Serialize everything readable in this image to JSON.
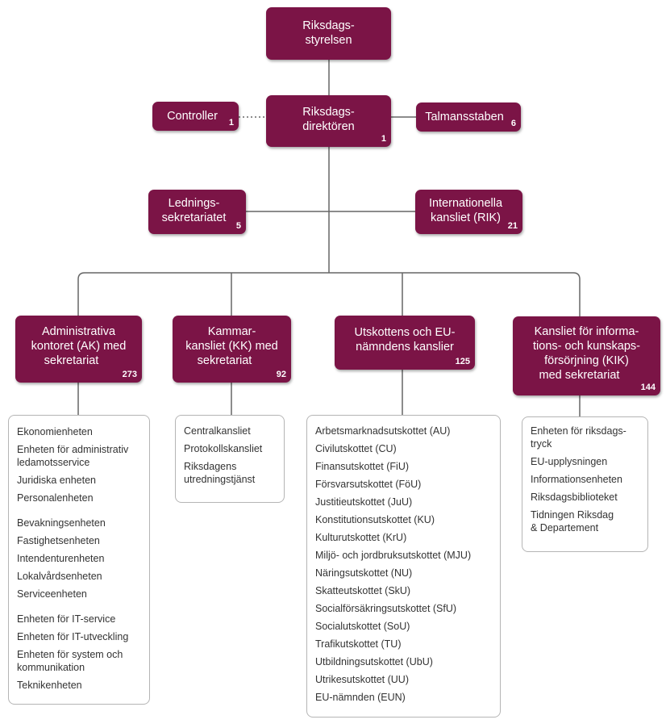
{
  "nodes": {
    "riksdagsstyrelsen": {
      "line1": "Riksdags-",
      "line2": "styrelsen"
    },
    "riksdagsdirektoren": {
      "line1": "Riksdags-",
      "line2": "direktören",
      "count": "1"
    },
    "controller": {
      "line1": "Controller",
      "count": "1"
    },
    "talmansstaben": {
      "line1": "Talmansstaben",
      "count": "6"
    },
    "ledningssekretariatet": {
      "line1": "Lednings-",
      "line2": "sekretariatet",
      "count": "5"
    },
    "internationella_kansliet": {
      "line1": "Internationella",
      "line2": "kansliet (RIK)",
      "count": "21"
    },
    "administrativa_kontoret": {
      "line1": "Administrativa",
      "line2": "kontoret (AK) med",
      "line3": "sekretariat",
      "count": "273"
    },
    "kammarkansliet": {
      "line1": "Kammar-",
      "line2": "kansliet (KK) med",
      "line3": "sekretariat",
      "count": "92"
    },
    "utskottens_kansli": {
      "line1": "Utskottens och EU-",
      "line2": "nämndens kanslier",
      "count": "125"
    },
    "kansliet_information": {
      "line1": "Kansliet för informa-",
      "line2": "tions- och kunskaps-",
      "line3": "försörjning (KIK)",
      "line4": "med sekretariat",
      "count": "144"
    }
  },
  "lists": {
    "ak": [
      "Ekonomienheten",
      "Enheten för administrativ",
      "ledamotsservice",
      "Juridiska enheten",
      "Personalenheten",
      "Bevakningsenheten",
      "Fastighetsenheten",
      "Intendenturenheten",
      "Lokalvårdsenheten",
      "Serviceenheten",
      "Enheten för IT-service",
      "Enheten för IT-utveckling",
      "Enheten för system och",
      "kommunikation",
      "Teknikenheten"
    ],
    "kk": [
      "Centralkansliet",
      "Protokollskansliet",
      "Riksdagens",
      "utredningstjänst"
    ],
    "utskott": [
      "Arbetsmarknadsutskottet (AU)",
      "Civilutskottet (CU)",
      "Finansutskottet (FiU)",
      "Försvarsutskottet (FöU)",
      "Justitieutskottet (JuU)",
      "Konstitutionsutskottet (KU)",
      "Kulturutskottet (KrU)",
      "Miljö- och jordbruksutskottet (MJU)",
      "Näringsutskottet (NU)",
      "Skatteutskottet (SkU)",
      "Socialförsäkringsutskottet (SfU)",
      "Socialutskottet (SoU)",
      "Trafikutskottet (TU)",
      "Utbildningsutskottet (UbU)",
      "Utrikesutskottet (UU)",
      "EU-nämnden (EUN)"
    ],
    "kik": [
      "Enheten för riksdags-",
      "tryck",
      "EU-upplysningen",
      "Informationsenheten",
      "Riksdagsbiblioteket",
      "Tidningen Riksdag",
      "& Departement"
    ]
  },
  "colors": {
    "node_fill": "#7b1446",
    "line": "#666666",
    "list_border": "#b5b5b5"
  }
}
